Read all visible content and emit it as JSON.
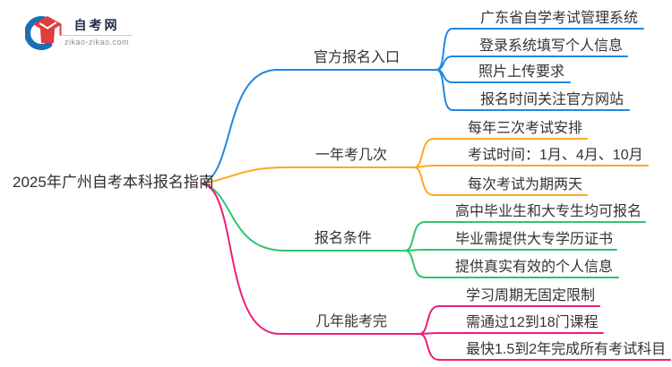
{
  "logo": {
    "title": "自考网",
    "domain": "zikao-zikao.com",
    "colors": {
      "crescent": "#1A6FB5",
      "cap": "#E23C3C",
      "chevron": "#FFFFFF",
      "title_text": "#1C2B4A"
    }
  },
  "root": {
    "label": "2025年广州自考本科报名指南"
  },
  "branches": [
    {
      "label": "官方报名入口",
      "color": "#1E88E5",
      "children": [
        "广东省自学考试管理系统",
        "登录系统填写个人信息",
        "照片上传要求",
        "报名时间关注官方网站"
      ]
    },
    {
      "label": "一年考几次",
      "color": "#FFA726",
      "children": [
        "每年三次考试安排",
        "考试时间：1月、4月、10月",
        "每次考试为期两天"
      ]
    },
    {
      "label": "报名条件",
      "color": "#2EC56E",
      "children": [
        "高中毕业生和大专生均可报名",
        "毕业需提供大专学历证书",
        "提供真实有效的个人信息"
      ]
    },
    {
      "label": "几年能考完",
      "color": "#ED1E79",
      "children": [
        "学习周期无固定限制",
        "需通过12到18门课程",
        "最快1.5到2年完成所有考试科目"
      ]
    }
  ]
}
